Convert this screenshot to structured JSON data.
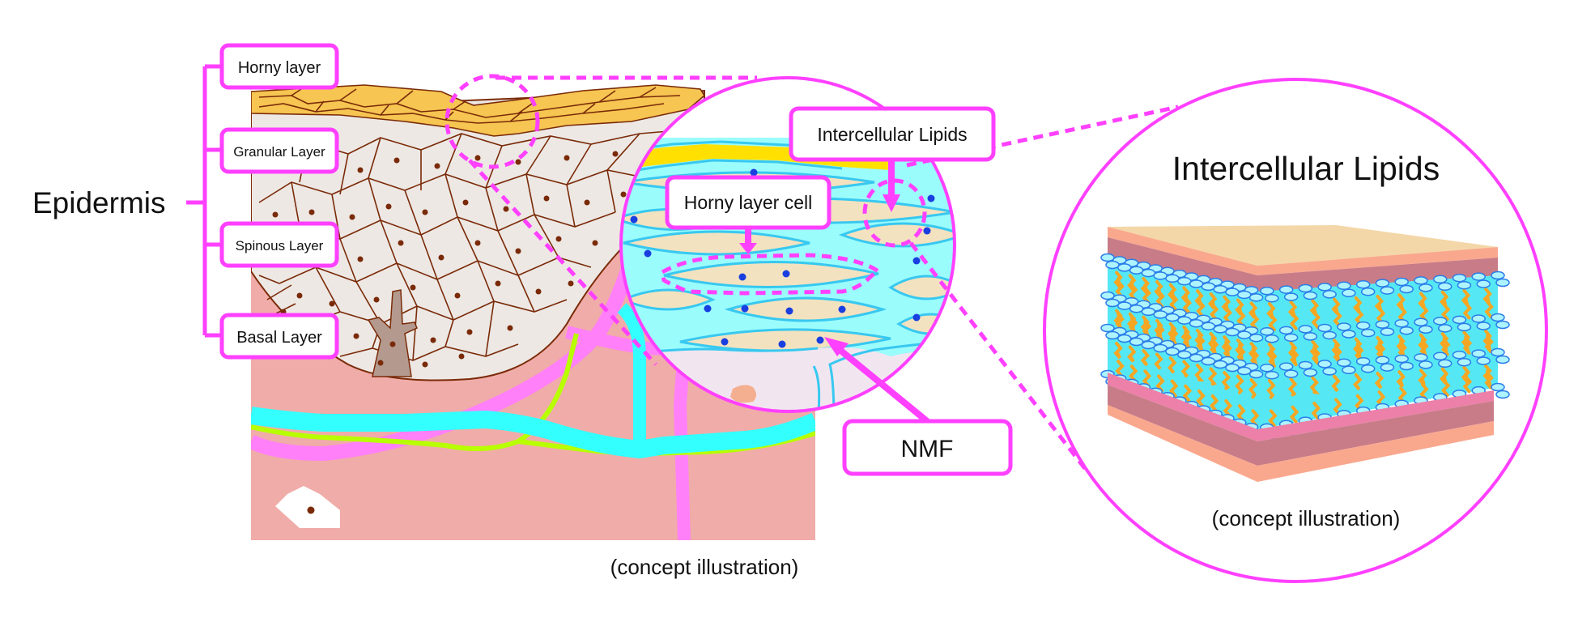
{
  "diagram": {
    "epidermis_label": "Epidermis",
    "layers": [
      {
        "label": "Horny layer"
      },
      {
        "label": "Granular Layer"
      },
      {
        "label": "Spinous Layer"
      },
      {
        "label": "Basal Layer"
      }
    ],
    "zoom_callouts": {
      "intercellular_lipids": "Intercellular Lipids",
      "horny_layer_cell": "Horny layer cell",
      "nmf": "NMF"
    },
    "detail_panel": {
      "title": "Intercellular Lipids",
      "caption": "(concept illustration)"
    },
    "main_caption": "(concept illustration)",
    "colors": {
      "accent": "#ff40ff",
      "horny": "#f6c552",
      "cell_bg": "#ede8e4",
      "cell_line": "#7a2a08",
      "dermis": "#f0aca8",
      "lipid": "#9bfcfc",
      "corneocyte": "#f3e2bf",
      "nucleus_dot": "#1a3fe0",
      "vessel_pink": "#ff80f8",
      "vessel_cyan": "#33ffff",
      "nerve_green": "#b8ff00"
    }
  }
}
